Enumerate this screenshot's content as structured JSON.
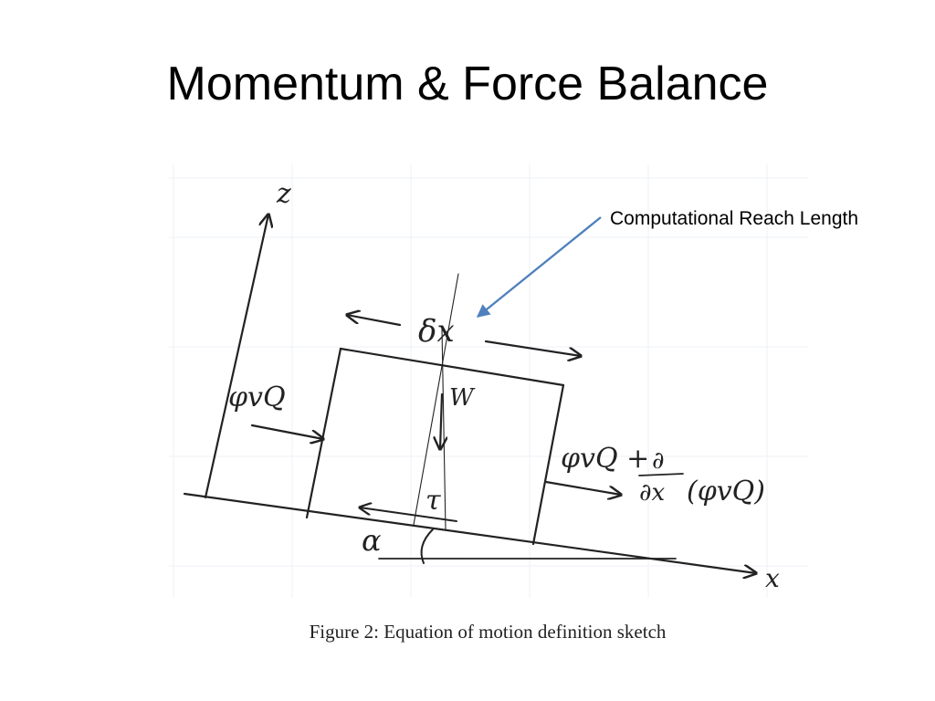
{
  "slide": {
    "title": "Momentum & Force Balance"
  },
  "annotation": {
    "text": "Computational Reach Length",
    "arrow_color": "#4f81bd"
  },
  "sketch": {
    "axis_z": "z",
    "axis_x": "x",
    "reach_length": "δx",
    "weight": "W",
    "inflow_flux": "φvQ",
    "outflow_flux": "φvQ +",
    "derivative_num": "∂",
    "derivative_den": "∂x",
    "derivative_arg": "(φvQ)",
    "shear": "τ",
    "angle": "α",
    "ink_color": "#222222",
    "grid_color": "#eef2f7"
  },
  "figure": {
    "caption": "Figure 2:  Equation of motion definition sketch"
  }
}
